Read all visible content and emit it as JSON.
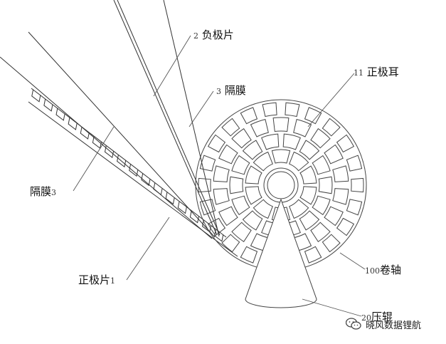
{
  "labels": {
    "neg_sheet": {
      "num": "2",
      "text": "负极片"
    },
    "separator_top": {
      "num": "3",
      "text": "隔膜"
    },
    "pos_tab": {
      "num": "11",
      "text": "正极耳"
    },
    "separator_left": {
      "text": "隔膜",
      "num": "3"
    },
    "winding_shaft": {
      "num": "100",
      "text": "卷轴"
    },
    "pos_sheet": {
      "text": "正极片",
      "num": "1"
    },
    "press_roller": {
      "num": "20",
      "text": "压辊"
    }
  },
  "watermark": {
    "icon": "wechat-icon",
    "text": "晓风数据锂航"
  }
}
